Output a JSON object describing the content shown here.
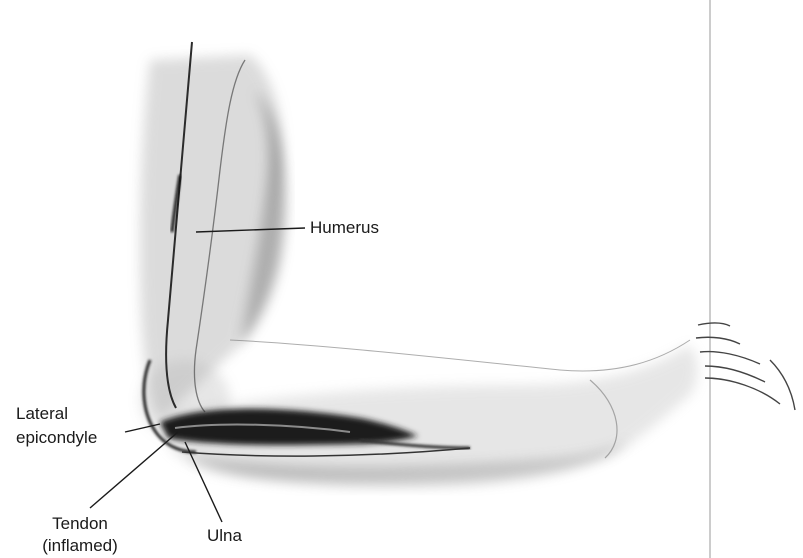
{
  "labels": {
    "humerus": "Humerus",
    "lateral_epicondyle_line1": "Lateral",
    "lateral_epicondyle_line2": "epicondyle",
    "tendon_line1": "Tendon",
    "tendon_line2": "(inflamed)",
    "ulna": "Ulna"
  },
  "colors": {
    "background": "#ffffff",
    "shading": "#8c8c8c",
    "dark_muscle": "#1c1c1c",
    "outline": "#2b2b2b",
    "leader_line": "#1a1a1a",
    "page_divider": "#9a9a9a"
  }
}
